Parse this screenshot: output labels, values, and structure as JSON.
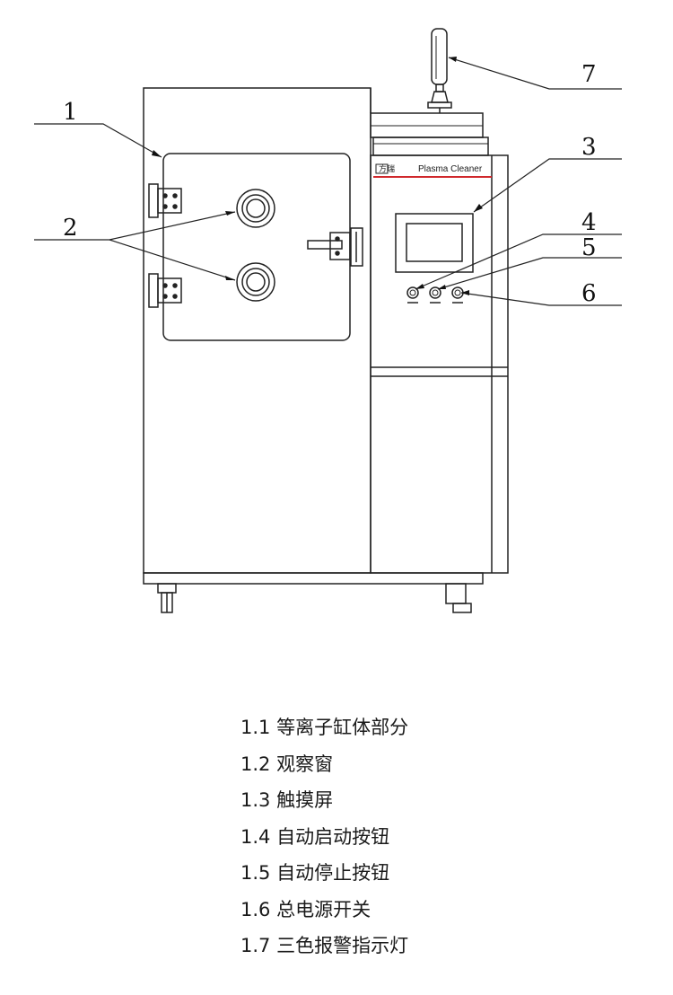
{
  "diagram": {
    "brand_logo": "方瑞",
    "brand_name": "Plasma Cleaner",
    "callouts": [
      "1",
      "2",
      "3",
      "4",
      "5",
      "6",
      "7"
    ],
    "colors": {
      "stroke": "#222222",
      "brand_stripe": "#d0282c"
    }
  },
  "legend": {
    "items": [
      "1.1 等离子缸体部分",
      "1.2 观察窗",
      "1.3 触摸屏",
      "1.4 自动启动按钮",
      "1.5 自动停止按钮",
      "1.6 总电源开关",
      "1.7 三色报警指示灯"
    ]
  }
}
